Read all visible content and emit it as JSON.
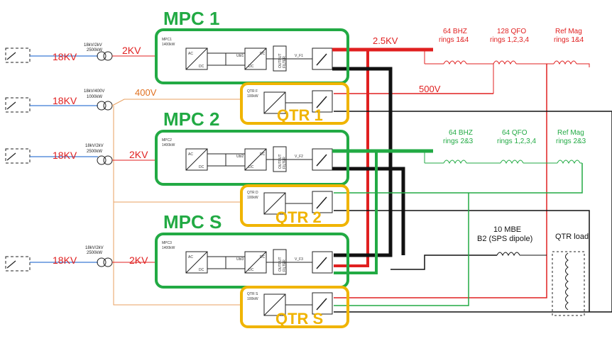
{
  "mpc_titles": {
    "mpc1": "MPC 1",
    "mpc2": "MPC 2",
    "mpcs": "MPC S"
  },
  "qtr_titles": {
    "qtr1": "QTR 1",
    "qtr2": "QTR 2",
    "qtrs": "QTR S"
  },
  "feeds": [
    {
      "kv": "18KV",
      "transformer": "18kV/2kV",
      "power": "2500kW",
      "out": "2KV"
    },
    {
      "kv": "18KV",
      "transformer": "18kV/400V",
      "power": "1000kW",
      "out": "400V"
    },
    {
      "kv": "18KV",
      "transformer": "18kV/2kV",
      "power": "2500kW",
      "out": "2KV"
    },
    {
      "kv": "18KV",
      "transformer": "18kV/2kV",
      "power": "2500kW",
      "out": "2KV"
    }
  ],
  "mpc_boxes": [
    {
      "name": "MPC1",
      "power": "1400kW",
      "ubl": "Ubl1",
      "vf": "V_F1"
    },
    {
      "name": "MPC2",
      "power": "1400kW",
      "ubl": "Ubl2",
      "vf": "V_F2"
    },
    {
      "name": "MPC3",
      "power": "1400kW",
      "ubl": "Ubl3",
      "vf": "V_F3"
    }
  ],
  "qtr_boxes": [
    {
      "name": "QTR F",
      "power": "100kW"
    },
    {
      "name": "QTR D",
      "power": "100kW"
    },
    {
      "name": "QTR S",
      "power": "100kW"
    }
  ],
  "converter_labels": {
    "ac": "AC",
    "dc": "DC",
    "output": "OUTPUT",
    "filter": "FILTER"
  },
  "bus_labels": {
    "v25": "2.5KV",
    "v500": "500V"
  },
  "red_loads": [
    {
      "line1": "64 BHZ",
      "line2": "rings 1&4"
    },
    {
      "line1": "128 QFO",
      "line2": "rings 1,2,3,4"
    },
    {
      "line1": "Ref Mag",
      "line2": "rings 1&4"
    }
  ],
  "green_loads": [
    {
      "line1": "64 BHZ",
      "line2": "rings 2&3"
    },
    {
      "line1": "64 QFO",
      "line2": "rings 1,2,3,4"
    },
    {
      "line1": "Ref Mag",
      "line2": "rings 2&3"
    }
  ],
  "mbe": {
    "line1": "10 MBE",
    "line2": "B2 (SPS dipole)"
  },
  "qtr_load": "QTR load",
  "colors": {
    "red": "#e02020",
    "green": "#22aa44",
    "black": "#111111",
    "orange": "#e07020",
    "yellow": "#f0b400",
    "blue": "#3a7bd5"
  }
}
